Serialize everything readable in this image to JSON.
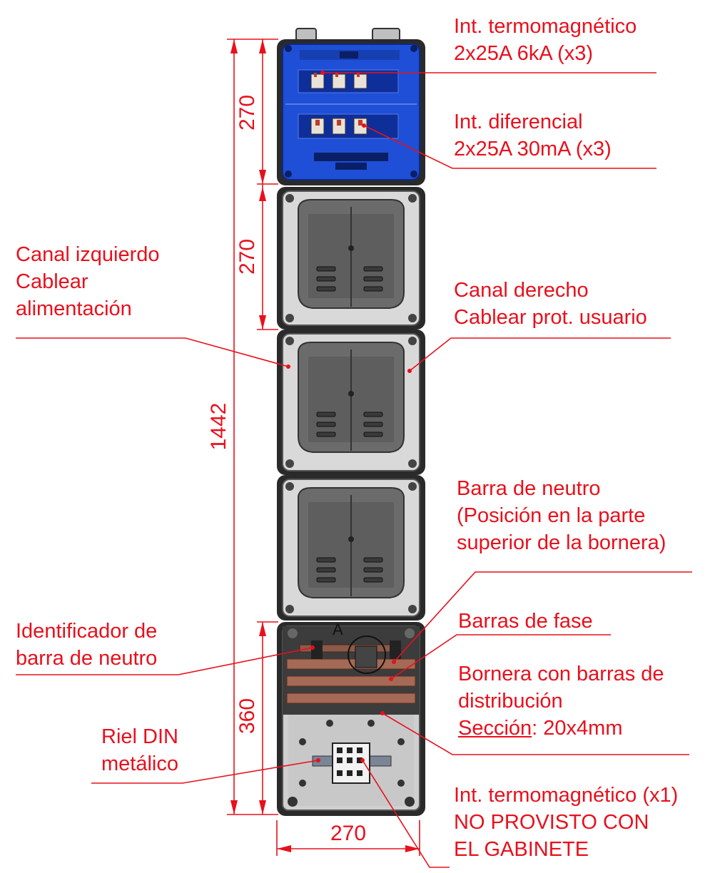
{
  "colors": {
    "annotation": "#e8101c",
    "enclosure_blue": "#1e4fd6",
    "enclosure_grey": "#d9d9d9",
    "frame_dark": "#2a2a2a",
    "copper": "#a46a55"
  },
  "dimensions": {
    "top_module_height": "270",
    "second_module_height": "270",
    "total_height": "1442",
    "bottom_module_height": "360",
    "width": "270",
    "detail_marker": "A"
  },
  "labels": {
    "termomagnetico_3": [
      "Int. termomagnético",
      "2x25A 6kA (x3)"
    ],
    "diferencial": [
      "Int. diferencial",
      "2x25A 30mA (x3)"
    ],
    "canal_izquierdo": [
      "Canal izquierdo",
      "Cablear",
      "alimentación"
    ],
    "canal_derecho": [
      "Canal derecho",
      "Cablear prot. usuario"
    ],
    "barra_neutro": [
      "Barra de neutro",
      "(Posición en la parte",
      "superior de la bornera)"
    ],
    "identificador": [
      "Identificador de",
      "barra de neutro"
    ],
    "barras_fase": "Barras de fase",
    "bornera": {
      "lines": [
        "Bornera con barras de",
        "distribución"
      ],
      "section_label": "Sección",
      "section_value": ": 20x4mm"
    },
    "riel_din": [
      "Riel DIN",
      "metálico"
    ],
    "termomagnetico_1": [
      "Int. termomagnético (x1)",
      "NO PROVISTO CON",
      "EL GABINETE"
    ]
  }
}
